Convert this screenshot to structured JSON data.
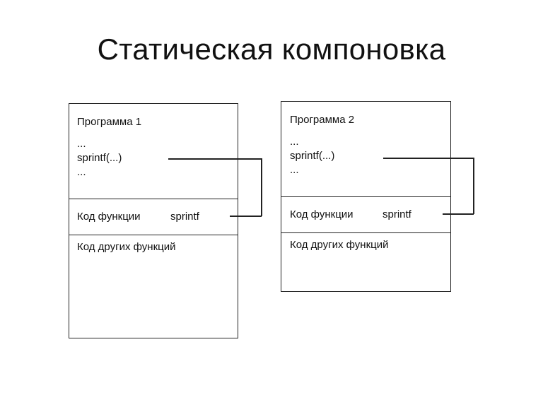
{
  "slide": {
    "title": "Статическая компоновка"
  },
  "programs": [
    {
      "name": "Программа 1",
      "code_lines": [
        "...",
        "sprintf(...)",
        "..."
      ],
      "function_label": "Код функции",
      "function_name": "sprintf",
      "other_label": "Код других функций"
    },
    {
      "name": "Программа 2",
      "code_lines": [
        "...",
        "sprintf(...)",
        "..."
      ],
      "function_label": "Код функции",
      "function_name": "sprintf",
      "other_label": "Код других функций"
    }
  ]
}
